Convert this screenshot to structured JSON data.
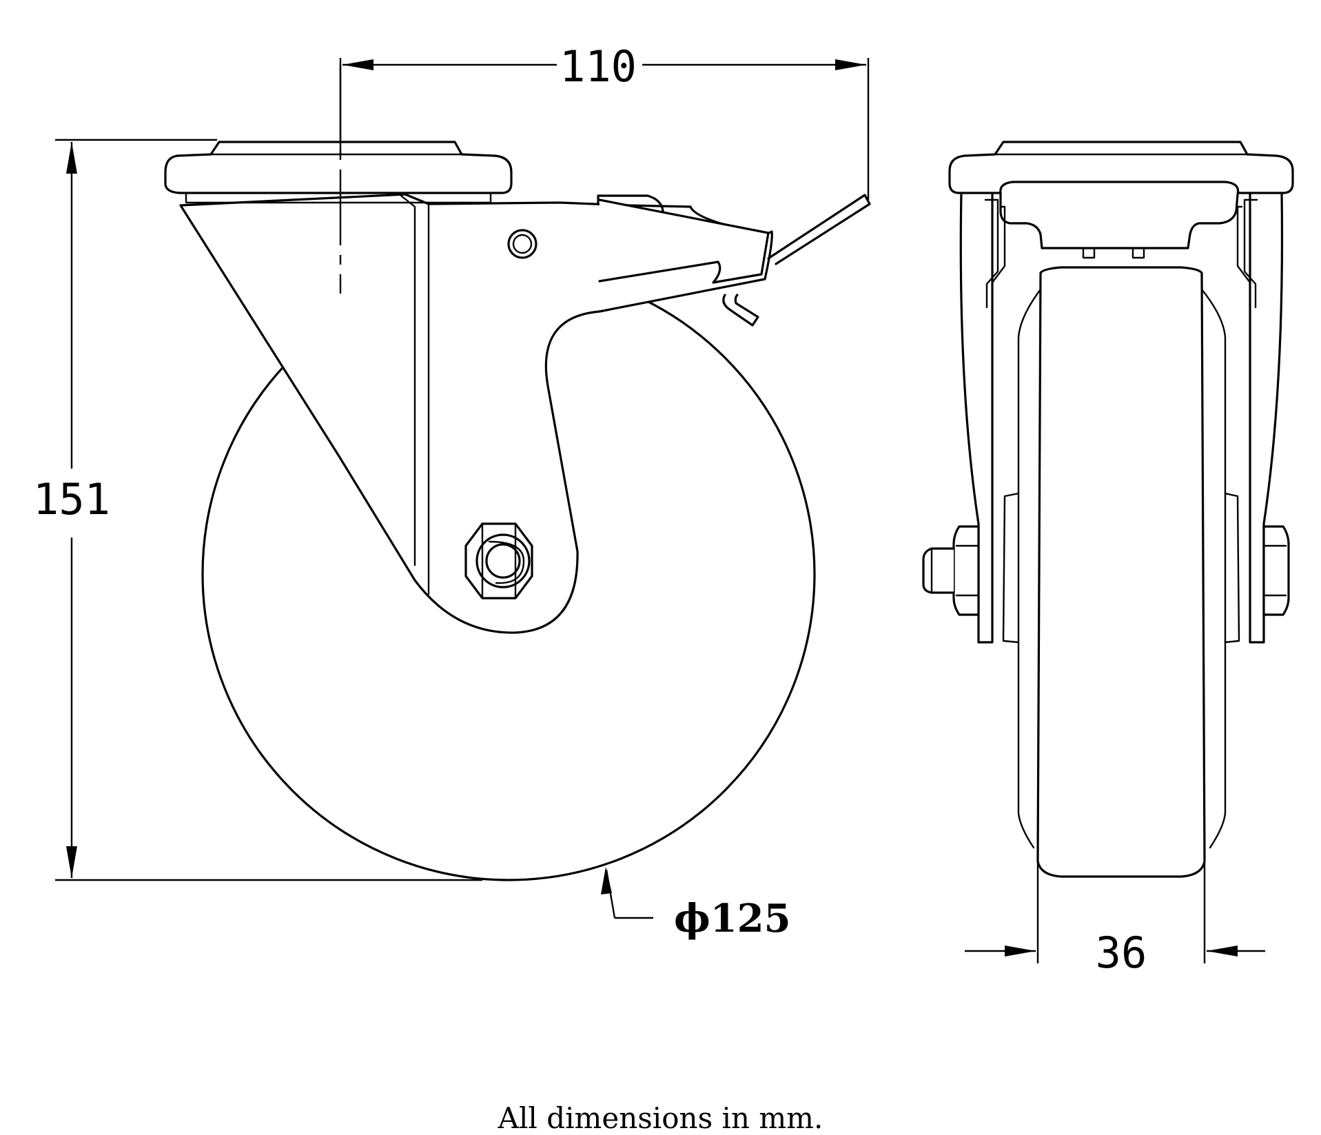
{
  "drawing": {
    "dimensions": {
      "height_label": "151",
      "offset_label": "110",
      "wheel_diameter_label": "125",
      "wheel_diameter_symbol": "ϕ",
      "width_label": "36"
    },
    "views": [
      "side-view",
      "front-view"
    ]
  },
  "footer": {
    "note": "All dimensions in mm."
  }
}
